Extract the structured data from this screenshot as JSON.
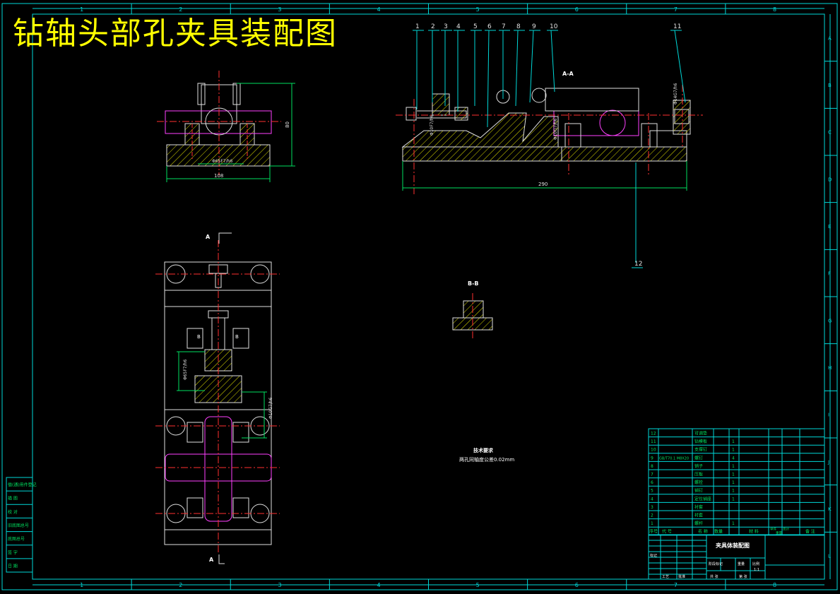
{
  "title": "钻轴头部孔夹具装配图",
  "colors": {
    "frame": "#00d8d8",
    "part": "#e0e0e0",
    "hidden": "#ff40ff",
    "center": "#ff3030",
    "dim": "#00e060",
    "title": "#ffff00",
    "hatch": "#e0e000",
    "text": "#ffffff"
  },
  "zone_numbers": [
    "1",
    "2",
    "3",
    "4",
    "5",
    "6",
    "7",
    "8"
  ],
  "zone_letters": [
    "A",
    "B",
    "C",
    "D",
    "E",
    "F",
    "G",
    "H",
    "I",
    "J",
    "K",
    "L"
  ],
  "section_labels": {
    "aa": "A-A",
    "bb": "B-B",
    "a_top": "A",
    "a_bottom": "A",
    "b_left": "B",
    "b_right": "B"
  },
  "balloons": [
    "1",
    "2",
    "3",
    "4",
    "5",
    "6",
    "7",
    "8",
    "9",
    "10",
    "11",
    "12"
  ],
  "dimensions": {
    "front_height": "80",
    "front_width": "108",
    "front_fit": "Φ65F7/h6",
    "section_length": "290",
    "section_fit_left": "Φ10F7/h6",
    "section_fit_mid": "Φ10G7/h6",
    "section_fit_right": "Φ14G7/h6",
    "plan_fit_upper": "Φ65F7/h6",
    "plan_fit_lower": "Φ10G7/h6"
  },
  "tech_req": {
    "title": "技术要求",
    "line1": "两孔同轴度公差0.02mm"
  },
  "side_table": [
    "借(通)用件登记",
    "描 图",
    "校 对",
    "旧底图总号",
    "底图总号",
    "签 字",
    "日 期"
  ],
  "bom_rows": [
    {
      "no": "12",
      "code": "",
      "name": "可调垫",
      "qty": ""
    },
    {
      "no": "11",
      "code": "",
      "name": "钻模板",
      "qty": "1"
    },
    {
      "no": "10",
      "code": "",
      "name": "支撑钉",
      "qty": "1"
    },
    {
      "no": "9",
      "code": "GB/T70.1 M8X20",
      "name": "螺钉",
      "qty": "4"
    },
    {
      "no": "8",
      "code": "",
      "name": "销子",
      "qty": "1"
    },
    {
      "no": "7",
      "code": "",
      "name": "压板",
      "qty": "1"
    },
    {
      "no": "6",
      "code": "",
      "name": "螺栓",
      "qty": "1"
    },
    {
      "no": "5",
      "code": "",
      "name": "销钉",
      "qty": "1"
    },
    {
      "no": "4",
      "code": "",
      "name": "定位销座",
      "qty": "1"
    },
    {
      "no": "3",
      "code": "",
      "name": "衬套",
      "qty": ""
    },
    {
      "no": "2",
      "code": "",
      "name": "衬套",
      "qty": ""
    },
    {
      "no": "1",
      "code": "",
      "name": "螺杆",
      "qty": "1"
    }
  ],
  "bom_header": {
    "no": "序号",
    "code": "代 号",
    "name": "名 称",
    "qty": "数量",
    "mat": "材 料",
    "single": "单件",
    "total": "总计",
    "weight": "重量",
    "remark": "备 注"
  },
  "title_block": {
    "name": "夹具体装配图",
    "stage": "阶段标记",
    "weight": "重量",
    "scale": "比例",
    "scale_val": "1:1",
    "sheet1": "共 张",
    "sheet2": "第 张",
    "mark": "标记",
    "process": "工艺",
    "approve": "批准"
  }
}
